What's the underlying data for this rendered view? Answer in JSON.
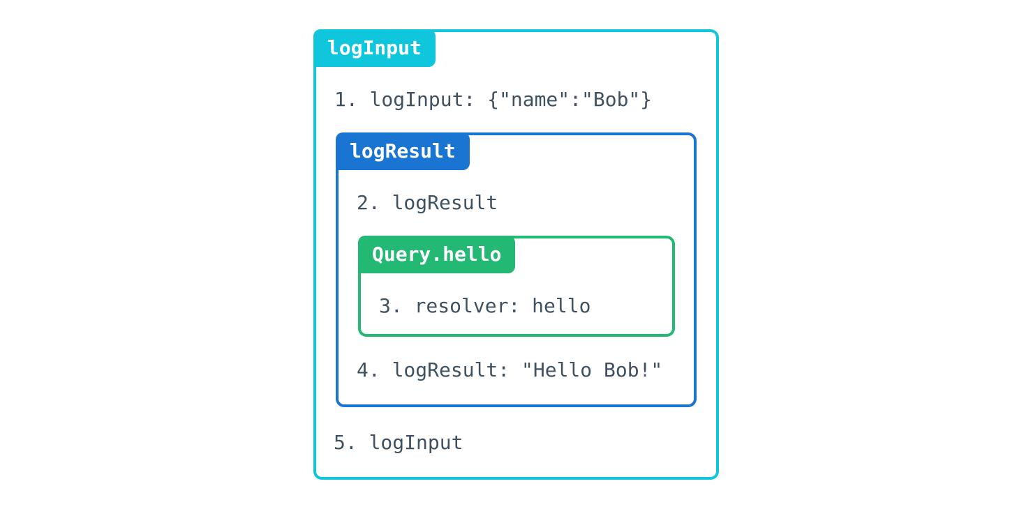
{
  "diagram": {
    "outer": {
      "label": "logInput",
      "step_before": "1. logInput: {\"name\":\"Bob\"}",
      "step_after": "5. logInput"
    },
    "middle": {
      "label": "logResult",
      "step_before": "2. logResult",
      "step_after": "4. logResult: \"Hello Bob!\""
    },
    "inner": {
      "label": "Query.hello",
      "step": "3. resolver: hello"
    }
  },
  "colors": {
    "outer-accent": "#10c6dd",
    "middle-accent": "#1a75d2",
    "inner-accent": "#23b873",
    "step-text": "#3f5161",
    "label-text": "#ffffff",
    "background": "#ffffff"
  }
}
